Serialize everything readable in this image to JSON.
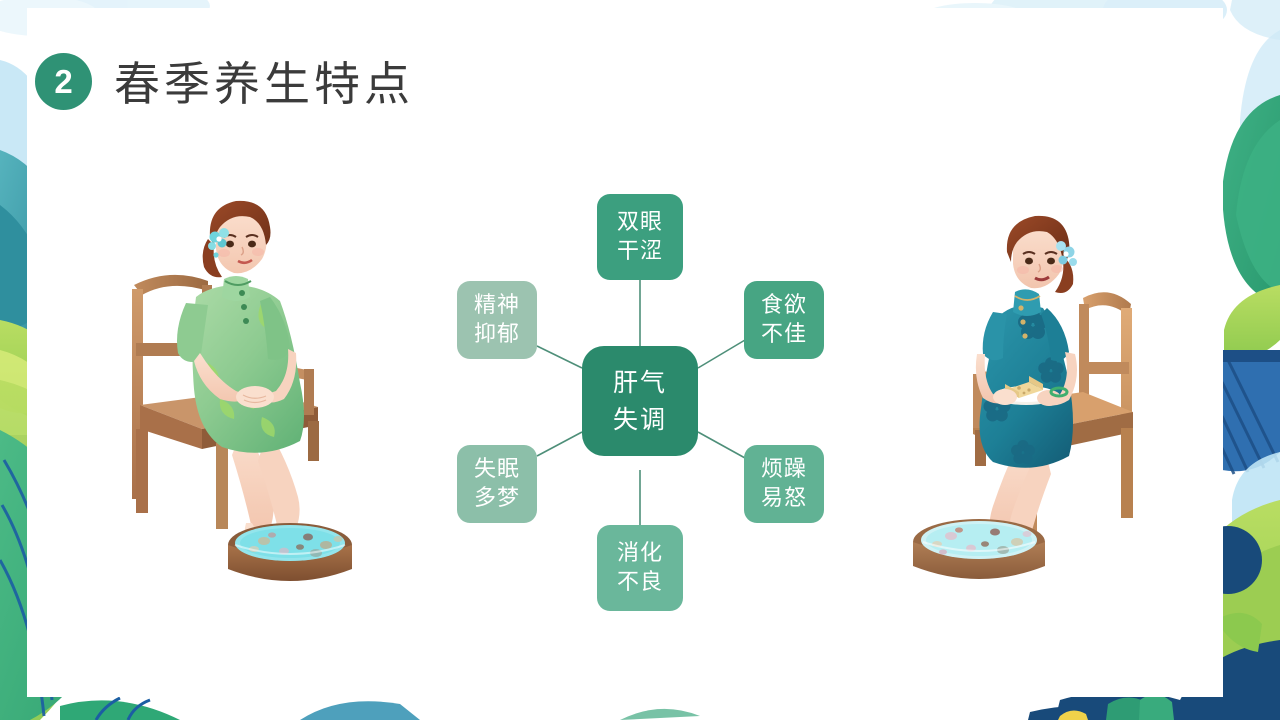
{
  "slide": {
    "background_color": "#ffffff",
    "card_color": "#ffffff",
    "accent_color": "#2f9275"
  },
  "header": {
    "badge_number": "2",
    "title": "春季养生特点"
  },
  "diagram": {
    "type": "radial-mindmap",
    "center": {
      "id": "center-node",
      "line1": "肝气",
      "line2": "失调",
      "color": "#2b8a6c",
      "text_color": "#ffffff"
    },
    "connector_color": "#4e8f79",
    "nodes": [
      {
        "id": "node-dry-eyes",
        "position": "top",
        "line1": "双眼",
        "line2": "干涩",
        "color": "#3c9f7f",
        "text_color": "#ffffff"
      },
      {
        "id": "node-poor-appetite",
        "position": "top-right",
        "line1": "食欲",
        "line2": "不佳",
        "color": "#47a583",
        "text_color": "#ffffff"
      },
      {
        "id": "node-irritability",
        "position": "bottom-right",
        "line1": "烦躁",
        "line2": "易怒",
        "color": "#61b294",
        "text_color": "#ffffff"
      },
      {
        "id": "node-indigestion",
        "position": "bottom",
        "line1": "消化",
        "line2": "不良",
        "color": "#6ab79b",
        "text_color": "#ffffff"
      },
      {
        "id": "node-insomnia",
        "position": "bottom-left",
        "line1": "失眠",
        "line2": "多梦",
        "color": "#8cbfa9",
        "text_color": "#ffffff"
      },
      {
        "id": "node-depression",
        "position": "top-left",
        "line1": "精神",
        "line2": "抑郁",
        "color": "#9cc3b0",
        "text_color": "#ffffff"
      }
    ]
  },
  "illustrations": {
    "left": {
      "name": "woman-green-qipao-foot-soak",
      "description": "坐在木椅上泡脚的绿色旗袍女子",
      "dress_color": "#8fc98f",
      "chair_color": "#b07f55",
      "basin_color": "#8a5c3b",
      "water_color": "#8fe3e8"
    },
    "right": {
      "name": "woman-blue-qipao-foot-soak",
      "description": "坐在木椅上泡脚并手持点心的蓝色旗袍女子",
      "dress_color": "#1f7f96",
      "chair_color": "#c8955f",
      "basin_color": "#9a6a45",
      "water_color": "#b6eef2"
    }
  },
  "decoration": {
    "cloud_color": "#d6eef8",
    "leaf_green": "#2fa876",
    "leaf_light_green": "#a8d45c",
    "leaf_teal": "#3f9fa8",
    "leaf_navy": "#184a7a",
    "leaf_blue": "#3d7fc1",
    "leaf_sky": "#a9d8f0"
  }
}
